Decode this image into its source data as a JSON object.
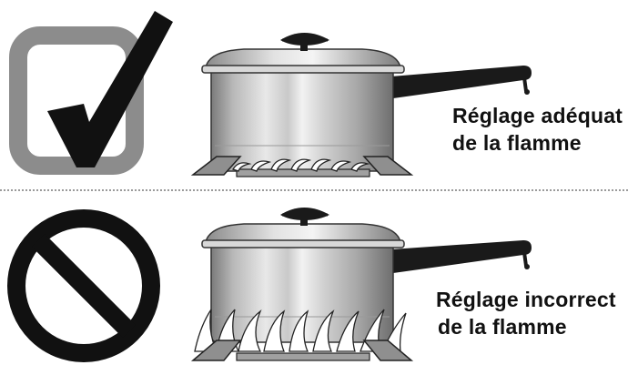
{
  "panels": {
    "correct": {
      "status_icon": "checkmark-icon",
      "caption_line1": "Réglage adéquat",
      "caption_line2": "de la flamme",
      "flame": "small"
    },
    "incorrect": {
      "status_icon": "prohibited-icon",
      "caption_line1": "Réglage incorrect",
      "caption_line2": "de la flamme",
      "flame": "large"
    }
  },
  "colors": {
    "ink": "#111111",
    "check_frame": "#8c8c8c",
    "pot_light": "#e6e6e6",
    "pot_mid": "#b5b5b5",
    "pot_dark": "#7a7a7a",
    "grate": "#8f8f8f",
    "divider": "#9a9a9a"
  }
}
